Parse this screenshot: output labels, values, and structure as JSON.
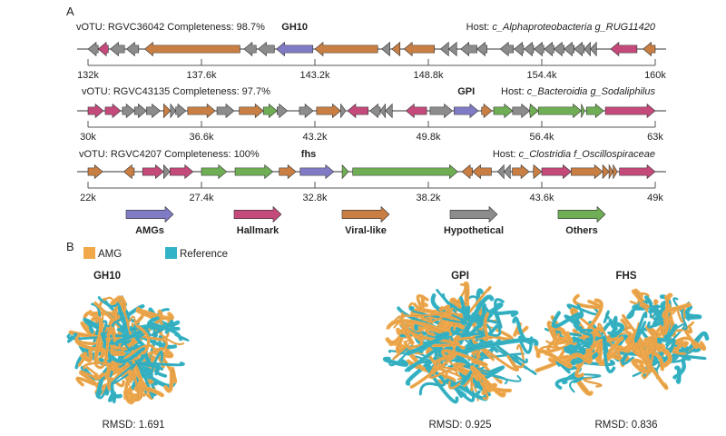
{
  "panel_a": {
    "label": "A",
    "colors": {
      "AMG": "#7f7bc4",
      "Hallmark": "#c54a7c",
      "Viral": "#c97f43",
      "Hypo": "#8c8c8c",
      "Other": "#6fae54"
    },
    "tracks": [
      {
        "title": "vOTU: RGVC36042 Completeness: 98.7%",
        "amg_label": "GH10",
        "host_prefix": "Host: ",
        "host": "c_Alphaproteobacteria  g_RUG11420",
        "range_kb": [
          132,
          160
        ],
        "ticks": [
          "132k",
          "137.6k",
          "143.2k",
          "148.8k",
          "154.4k",
          "160k"
        ],
        "tick_values": [
          132,
          137.6,
          143.2,
          148.8,
          154.4,
          160
        ],
        "amg_kb": 142.2,
        "genes": [
          [
            132.0,
            132.5,
            -1,
            "Hypo"
          ],
          [
            132.5,
            133.0,
            -1,
            "Hallmark"
          ],
          [
            133.1,
            133.8,
            -1,
            "Hypo"
          ],
          [
            133.9,
            134.5,
            -1,
            "Hypo"
          ],
          [
            134.8,
            139.5,
            -1,
            "Viral"
          ],
          [
            139.7,
            140.3,
            -1,
            "Hypo"
          ],
          [
            140.4,
            141.2,
            -1,
            "Hypo"
          ],
          [
            141.3,
            143.1,
            -1,
            "AMG"
          ],
          [
            143.2,
            146.3,
            -1,
            "Viral"
          ],
          [
            146.5,
            146.9,
            -1,
            "Hypo"
          ],
          [
            147.0,
            147.4,
            -1,
            "Viral"
          ],
          [
            147.6,
            149.1,
            -1,
            "Viral"
          ],
          [
            149.4,
            149.8,
            -1,
            "Hypo"
          ],
          [
            149.8,
            150.2,
            -1,
            "Hypo"
          ],
          [
            150.4,
            151.2,
            -1,
            "Hypo"
          ],
          [
            151.2,
            151.7,
            -1,
            "Hypo"
          ],
          [
            152.35,
            153.0,
            -1,
            "Hypo"
          ],
          [
            153.04,
            153.5,
            -1,
            "Hypo"
          ],
          [
            153.53,
            154.0,
            -1,
            "Hypo"
          ],
          [
            154.02,
            154.5,
            -1,
            "Hypo"
          ],
          [
            154.52,
            155.0,
            -1,
            "Hypo"
          ],
          [
            155.0,
            155.5,
            -1,
            "Hypo"
          ],
          [
            155.5,
            156.0,
            -1,
            "Hypo"
          ],
          [
            156.0,
            156.5,
            -1,
            "Hypo"
          ],
          [
            156.5,
            156.8,
            -1,
            "Hypo"
          ],
          [
            156.8,
            157.1,
            -1,
            "Hypo"
          ],
          [
            157.8,
            159.1,
            -1,
            "Hallmark"
          ],
          [
            159.4,
            160.0,
            -1,
            "Viral"
          ]
        ]
      },
      {
        "title": "vOTU: RGVC43135 Completeness: 97.7%",
        "amg_label": "GPI",
        "host_prefix": "Host: ",
        "host": "c_Bacteroidia  g_Sodaliphilus",
        "range_kb": [
          30,
          63
        ],
        "ticks": [
          "30k",
          "36.6k",
          "43.2k",
          "49.8k",
          "56.4k",
          "63k"
        ],
        "tick_values": [
          30,
          36.6,
          43.2,
          49.8,
          56.4,
          63
        ],
        "amg_kb": 52.0,
        "genes": [
          [
            30.0,
            30.9,
            1,
            "Hallmark"
          ],
          [
            31.0,
            31.9,
            1,
            "Hallmark"
          ],
          [
            32.0,
            32.7,
            1,
            "Hypo"
          ],
          [
            32.7,
            33.4,
            1,
            "Hypo"
          ],
          [
            33.4,
            34.2,
            1,
            "Hypo"
          ],
          [
            34.4,
            34.8,
            1,
            "Viral"
          ],
          [
            34.8,
            35.1,
            1,
            "Hypo"
          ],
          [
            35.1,
            35.7,
            1,
            "Hypo"
          ],
          [
            35.8,
            37.4,
            1,
            "Viral"
          ],
          [
            37.5,
            38.5,
            1,
            "Hypo"
          ],
          [
            38.8,
            40.2,
            1,
            "Viral"
          ],
          [
            40.2,
            41.0,
            1,
            "Other"
          ],
          [
            41.0,
            41.6,
            1,
            "Hypo"
          ],
          [
            42.3,
            43.1,
            1,
            "Hypo"
          ],
          [
            43.3,
            44.7,
            1,
            "Viral"
          ],
          [
            44.7,
            45.0,
            1,
            "Hypo"
          ],
          [
            45.1,
            46.3,
            -1,
            "Hallmark"
          ],
          [
            46.4,
            47.0,
            -1,
            "Hypo"
          ],
          [
            47.0,
            47.3,
            -1,
            "Hypo"
          ],
          [
            47.3,
            47.7,
            -1,
            "Hypo"
          ],
          [
            48.5,
            49.7,
            -1,
            "Hallmark"
          ],
          [
            49.9,
            51.2,
            1,
            "Hypo"
          ],
          [
            51.3,
            52.7,
            1,
            "AMG"
          ],
          [
            52.9,
            53.5,
            1,
            "Viral"
          ],
          [
            53.6,
            54.7,
            1,
            "Other"
          ],
          [
            54.7,
            55.7,
            1,
            "Hypo"
          ],
          [
            55.7,
            56.2,
            1,
            "Other"
          ],
          [
            56.2,
            58.7,
            1,
            "Other"
          ],
          [
            58.7,
            58.9,
            1,
            "Other"
          ],
          [
            59.0,
            60.0,
            1,
            "Other"
          ],
          [
            60.1,
            63.0,
            1,
            "Hallmark"
          ]
        ]
      },
      {
        "title": "vOTU: RGVC4207 Completeness: 100%",
        "amg_label": "fhs",
        "host_prefix": "Host: ",
        "host": "c_Clostridia  f_Oscillospiraceae",
        "range_kb": [
          22,
          49
        ],
        "ticks": [
          "22k",
          "27.4k",
          "32.8k",
          "38.2k",
          "43.6k",
          "49k"
        ],
        "tick_values": [
          22,
          27.4,
          32.8,
          38.2,
          43.6,
          49
        ],
        "amg_kb": 32.5,
        "genes": [
          [
            22.0,
            22.7,
            1,
            "Viral"
          ],
          [
            23.7,
            24.2,
            -1,
            "Viral"
          ],
          [
            24.6,
            25.6,
            1,
            "Hallmark"
          ],
          [
            25.6,
            25.9,
            1,
            "Hypo"
          ],
          [
            25.9,
            27.0,
            1,
            "Hallmark"
          ],
          [
            27.4,
            28.6,
            1,
            "Other"
          ],
          [
            29.0,
            30.8,
            1,
            "Other"
          ],
          [
            31.1,
            31.9,
            1,
            "Viral"
          ],
          [
            32.1,
            33.7,
            1,
            "AMG"
          ],
          [
            34.1,
            34.4,
            1,
            "Other"
          ],
          [
            34.6,
            39.6,
            1,
            "Other"
          ],
          [
            39.8,
            40.3,
            -1,
            "Viral"
          ],
          [
            40.3,
            41.2,
            -1,
            "Viral"
          ],
          [
            41.5,
            41.8,
            -1,
            "Hypo"
          ],
          [
            41.8,
            42.1,
            -1,
            "Hypo"
          ],
          [
            42.2,
            43.0,
            1,
            "Viral"
          ],
          [
            43.2,
            43.6,
            1,
            "Viral"
          ],
          [
            43.6,
            45.0,
            1,
            "Hallmark"
          ],
          [
            45.0,
            46.5,
            1,
            "Viral"
          ],
          [
            46.5,
            46.8,
            1,
            "Viral"
          ],
          [
            46.8,
            47.0,
            1,
            "Viral"
          ],
          [
            47.0,
            47.2,
            1,
            "Viral"
          ],
          [
            47.3,
            49.0,
            1,
            "Hallmark"
          ]
        ]
      }
    ],
    "legend": [
      {
        "label": "AMGs",
        "category": "AMG"
      },
      {
        "label": "Hallmark",
        "category": "Hallmark"
      },
      {
        "label": "Viral-like",
        "category": "Viral"
      },
      {
        "label": "Hypothetical",
        "category": "Hypo"
      },
      {
        "label": "Others",
        "category": "Other"
      }
    ]
  },
  "panel_b": {
    "label": "B",
    "legend": [
      {
        "label": "AMG",
        "color": "#f0a84a"
      },
      {
        "label": "Reference",
        "color": "#33b4c6"
      }
    ],
    "structures": [
      {
        "title": "GH10",
        "rmsd": "RMSD: 1.691"
      },
      {
        "title": "GPI",
        "rmsd": "RMSD: 0.925"
      },
      {
        "title": "FHS",
        "rmsd": "RMSD: 0.836"
      }
    ]
  }
}
